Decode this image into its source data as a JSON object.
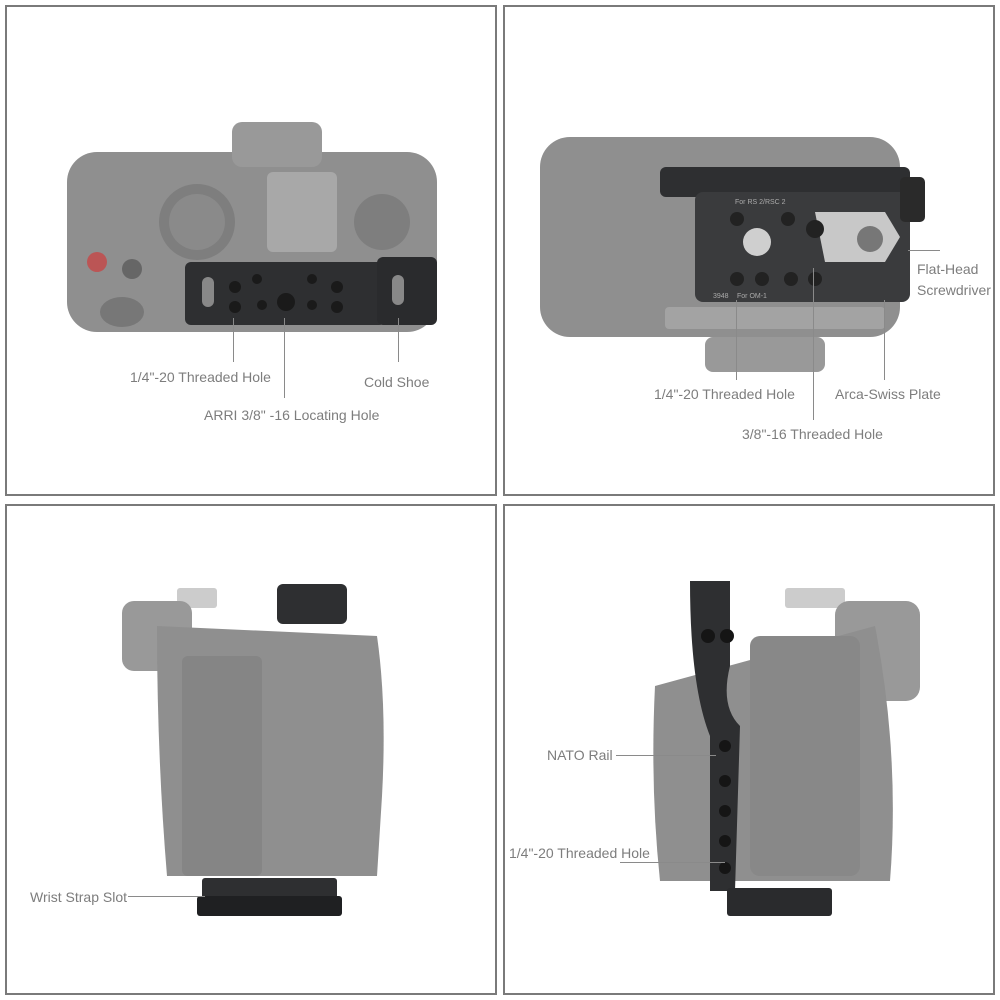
{
  "panels": {
    "top_view": {
      "labels": {
        "quarter_hole": "1/4\"-20 Threaded Hole",
        "arri_hole": "ARRI 3/8\" -16 Locating Hole",
        "cold_shoe": "Cold Shoe"
      }
    },
    "bottom_view": {
      "plate_text": {
        "top": "For RS 2/RSC 2",
        "model": "3948",
        "camera": "For OM-1"
      },
      "labels": {
        "screwdriver_line1": "Flat-Head",
        "screwdriver_line2": "Screwdriver",
        "quarter_hole": "1/4\"-20 Threaded Hole",
        "arca": "Arca-Swiss Plate",
        "three_eighth_hole": "3/8\"-16 Threaded Hole"
      }
    },
    "left_side_view": {
      "labels": {
        "wrist_strap": "Wrist Strap Slot"
      }
    },
    "right_side_view": {
      "labels": {
        "nato": "NATO Rail",
        "quarter_hole": "1/4\"-20 Threaded Hole"
      }
    }
  },
  "colors": {
    "border": "#7a7a7a",
    "label_text": "#7d7d7d",
    "camera_gray": "#8f8f8f",
    "cage_black": "#2e2f31"
  }
}
